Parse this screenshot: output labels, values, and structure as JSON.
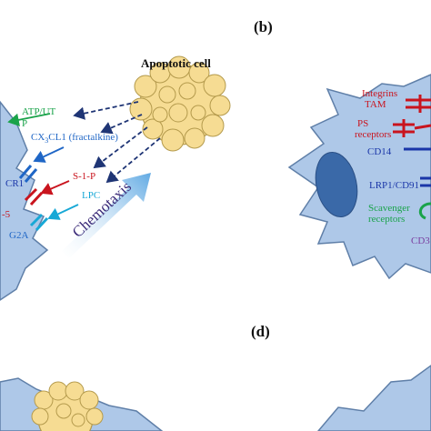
{
  "panels": {
    "b": "(b)",
    "d": "(d)"
  },
  "apoptotic_cell": {
    "title": "Apoptotic cell"
  },
  "signals": {
    "atp_utp_line1": "ATP/UT",
    "atp_utp_line2": "P",
    "cx3cl1": "CX",
    "cx3cl1_sub": "3",
    "cx3cl1_rest": "CL1 (fractalkine)",
    "s1p": "S-1-P",
    "lpc": "LPC",
    "chemotaxis": "Chemotaxis"
  },
  "receptors_left": {
    "cr1": "CR1",
    "five": "-5",
    "g2a": "G2A"
  },
  "receptors_right": {
    "integrins": "Integrins",
    "tam": "TAM",
    "ps_receptors_line1": "PS",
    "ps_receptors_line2": "receptors",
    "cd14": "CD14",
    "lrp1": "LRP1/CD91",
    "scavenger_line1": "Scavenger",
    "scavenger_line2": "receptors",
    "cd3": "CD3"
  },
  "colors": {
    "cell_fill": "#aec8e8",
    "cell_stroke": "#5f7fa8",
    "nucleus": "#3a69a8",
    "apoptotic_fill": "#f6dc93",
    "apoptotic_stroke": "#b49a4c",
    "dashed_arrow": "#1f3575",
    "green": "#1aa34a",
    "blue_signal": "#1f66c6",
    "red_signal": "#c9141e",
    "cyan_signal": "#17a8d6",
    "receptor_darkblue": "#1a36a8",
    "purple": "#7a3fa0",
    "chemotaxis_text": "#3a2a78"
  }
}
